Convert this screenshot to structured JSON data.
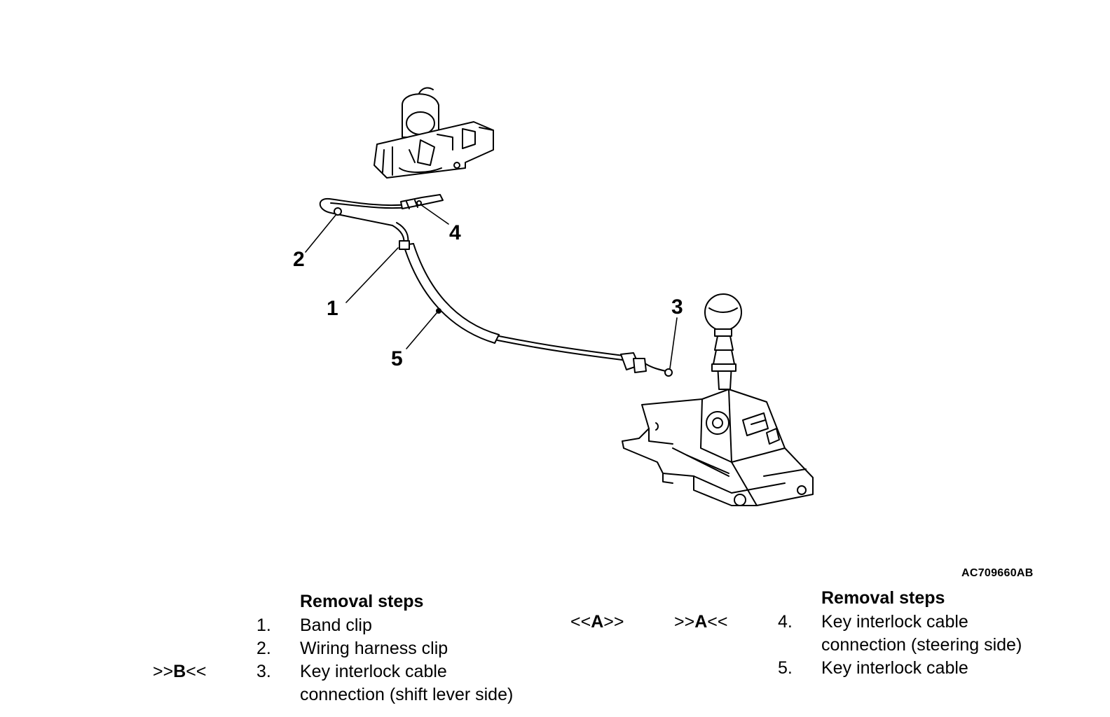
{
  "diagram": {
    "callouts": [
      "1",
      "2",
      "3",
      "4",
      "5"
    ],
    "figure_code": "AC709660AB"
  },
  "left_table": {
    "heading": "Removal steps",
    "rows": [
      {
        "marker": "",
        "number": "1.",
        "text": "Band clip",
        "text2": ""
      },
      {
        "marker": "",
        "number": "2.",
        "text": "Wiring harness clip",
        "text2": ""
      },
      {
        "marker": ">>B<<",
        "number": "3.",
        "text": "Key interlock cable",
        "text2": "connection (shift lever side)"
      }
    ]
  },
  "right_table": {
    "heading": "Removal steps",
    "rows": [
      {
        "marker_a": "<<A>>",
        "marker_b": ">>A<<",
        "number": "4.",
        "text": "Key interlock cable",
        "text2": "connection (steering side)"
      },
      {
        "marker_a": "",
        "marker_b": "",
        "number": "5.",
        "text": "Key interlock cable",
        "text2": ""
      }
    ]
  }
}
